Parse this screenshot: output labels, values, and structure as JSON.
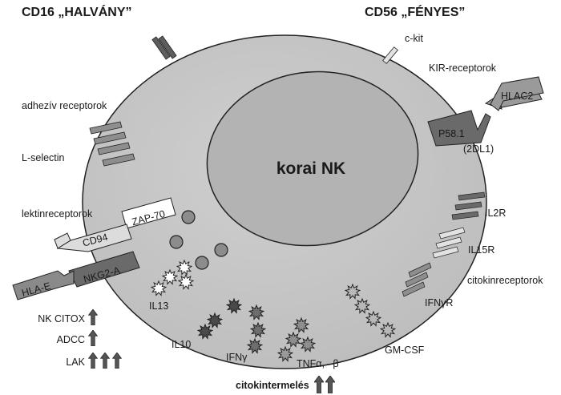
{
  "header": {
    "left": "CD16 „HALVÁNY”",
    "right": "CD56 „FÉNYES”"
  },
  "nucleus_label": "korai NK",
  "receptors": {
    "ckit": "c-kit",
    "kir": "KIR-receptorok",
    "hlac2": "HLAC2",
    "p58": "P58.1",
    "dl1": "(2DL1)",
    "adhesion": "adhezív receptorok",
    "lselectin": "L-selectin",
    "lectin": "lektinreceptorok",
    "zap70": "ZAP-70",
    "cd94": "CD94",
    "nkg2a": "NKG2-A",
    "hlae": "HLA-E",
    "il2r": "IL2R",
    "il15r": "IL15R",
    "cytokine_receptors": "citokinreceptorok",
    "ifngr": "IFNγR"
  },
  "cytokines": {
    "il13": "IL13",
    "il10": "IL10",
    "ifng": "IFNγ",
    "tnf": "TNFα, –β",
    "gmcsf": "GM-CSF",
    "production": "citokintermelés"
  },
  "functions": [
    {
      "label": "NK CITOX",
      "arrows": 1
    },
    {
      "label": "ADCC",
      "arrows": 1
    },
    {
      "label": "LAK",
      "arrows": 3
    }
  ],
  "colors": {
    "cell": "#c4c4c4",
    "nucleus": "#b5b5b5",
    "dark": "#5e5e5e",
    "mid": "#8e8e8e",
    "light": "#dcdcdc",
    "arrow": "#555555"
  }
}
